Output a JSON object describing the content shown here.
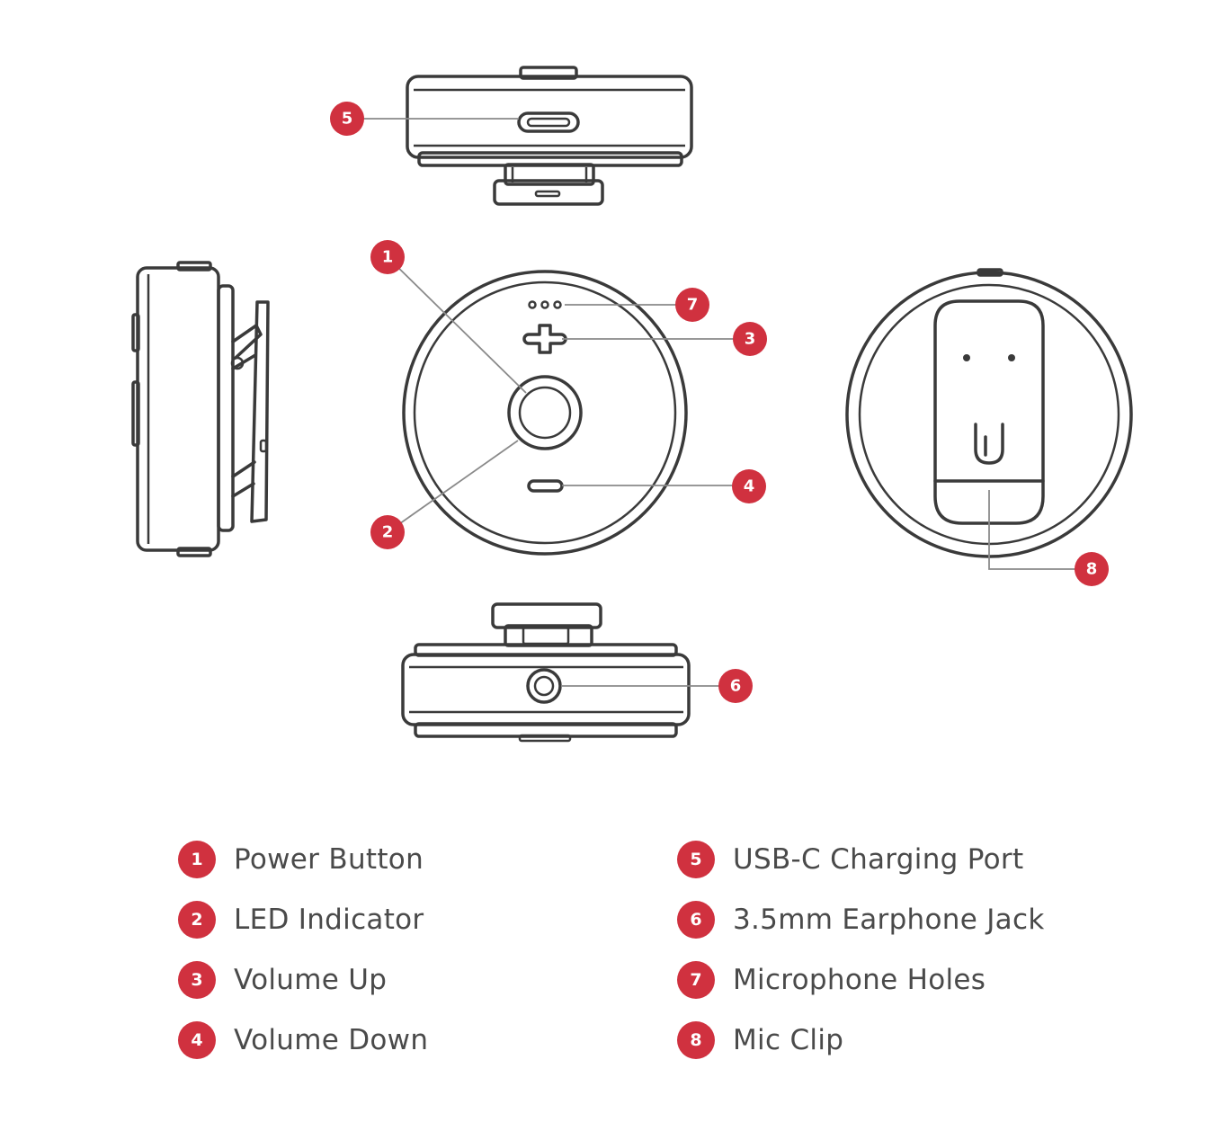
{
  "callouts": [
    {
      "num": "1",
      "label": "Power Button"
    },
    {
      "num": "2",
      "label": "LED Indicator"
    },
    {
      "num": "3",
      "label": "Volume Up"
    },
    {
      "num": "4",
      "label": "Volume Down"
    },
    {
      "num": "5",
      "label": "USB-C Charging Port"
    },
    {
      "num": "6",
      "label": "3.5mm Earphone Jack"
    },
    {
      "num": "7",
      "label": "Microphone Holes"
    },
    {
      "num": "8",
      "label": "Mic Clip"
    }
  ],
  "colors": {
    "badge": "#d0313f",
    "outline": "#3a3a3a",
    "leader": "#8a8a8a",
    "text": "#4a4a4a"
  }
}
